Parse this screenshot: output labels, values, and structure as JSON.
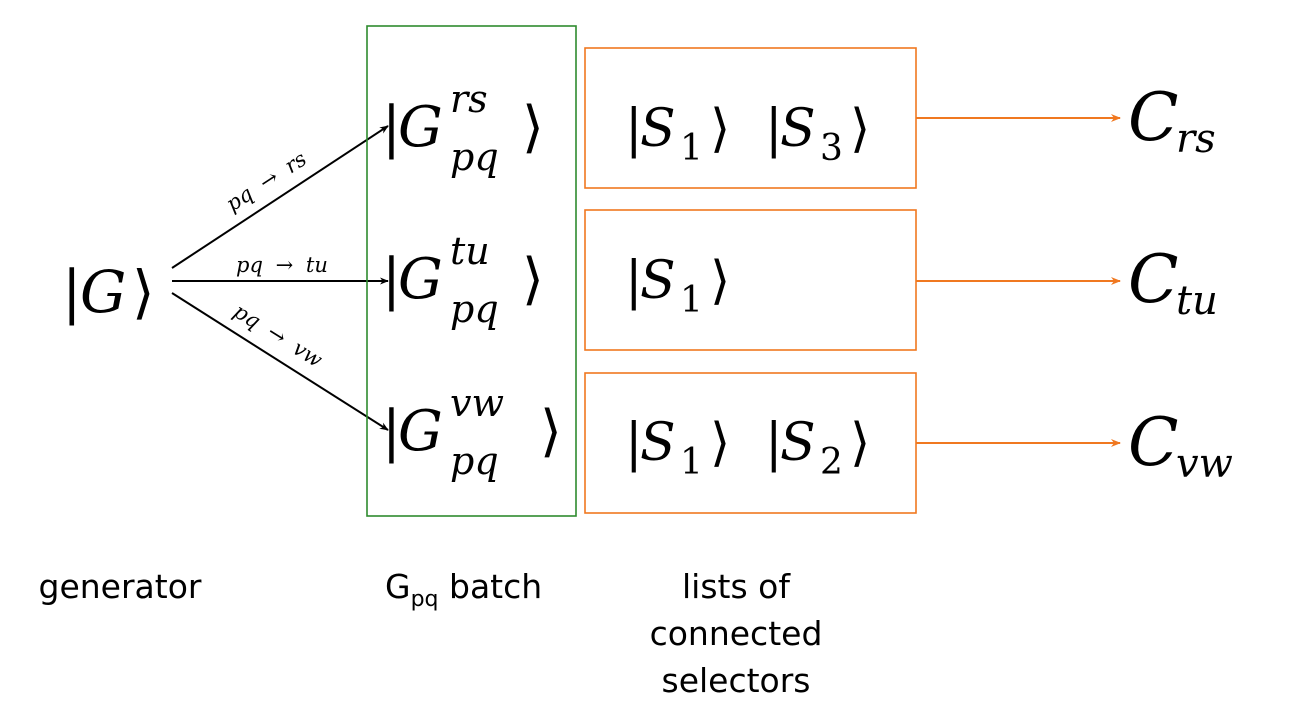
{
  "colors": {
    "arrow": "#000000",
    "batch_box": "#2e8b2e",
    "selector_box": "#f07820",
    "selector_arrow": "#f07820",
    "text": "#000000"
  },
  "generator": {
    "ket_label": "G",
    "caption": "generator"
  },
  "transitions": [
    {
      "label_from": "pq",
      "label_arrow": "→",
      "label_to": "rs"
    },
    {
      "label_from": "pq",
      "label_arrow": "→",
      "label_to": "tu"
    },
    {
      "label_from": "pq",
      "label_arrow": "→",
      "label_to": "vw"
    }
  ],
  "batch": {
    "caption_main": "G",
    "caption_sub": "pq",
    "caption_rest": " batch",
    "kets": [
      {
        "base": "G",
        "sup": "rs",
        "sub": "pq"
      },
      {
        "base": "G",
        "sup": "tu",
        "sub": "pq"
      },
      {
        "base": "G",
        "sup": "vw",
        "sub": "pq"
      }
    ]
  },
  "selectors": {
    "caption_lines": [
      "lists of",
      "connected",
      "selectors"
    ],
    "rows": [
      {
        "kets": [
          {
            "base": "S",
            "sub": "1"
          },
          {
            "base": "S",
            "sub": "3"
          }
        ]
      },
      {
        "kets": [
          {
            "base": "S",
            "sub": "1"
          }
        ]
      },
      {
        "kets": [
          {
            "base": "S",
            "sub": "1"
          },
          {
            "base": "S",
            "sub": "2"
          }
        ]
      }
    ]
  },
  "outputs": [
    {
      "symbol": "C",
      "sub": "rs"
    },
    {
      "symbol": "C",
      "sub": "tu"
    },
    {
      "symbol": "C",
      "sub": "vw"
    }
  ]
}
